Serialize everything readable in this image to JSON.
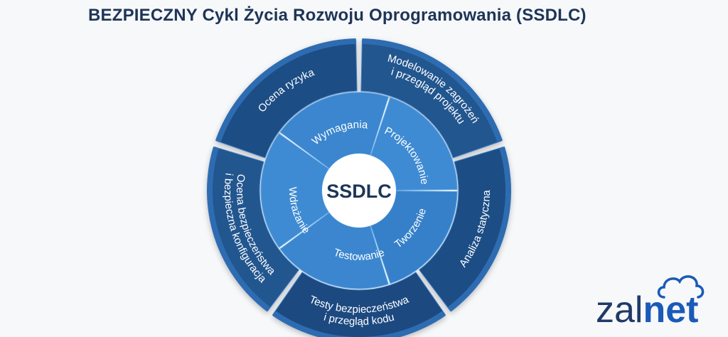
{
  "title": "BEZPIECZNY Cykl Życia Rozwoju Oprogramowania (SSDLC)",
  "center_label": "SSDLC",
  "inner_phases": [
    "Wymagania",
    "Projektowanie",
    "Tworzenie",
    "Testowanie",
    "Wdrażanie"
  ],
  "outer_phases": [
    [
      "Ocena ryzyka"
    ],
    [
      "Modelowanie zagrożeń",
      "i przegląd projektu"
    ],
    [
      "Analiza statyczna"
    ],
    [
      "Testy bezpieczeństwa",
      "i przegląd kodu"
    ],
    [
      "Ocena bezpieczeństwa",
      "i bezpieczna konfiguracja"
    ]
  ],
  "logo": {
    "part1": "zal",
    "part2": "net",
    "icon": "cloud-icon"
  },
  "colors": {
    "title": "#1d3557",
    "outer_dark": "#1f4e85",
    "outer_mid": "#2464a8",
    "inner_light": "#3a86cf",
    "center": "#ffffff",
    "logo_dark": "#1f3a68",
    "logo_accent": "#1a5ab8"
  }
}
